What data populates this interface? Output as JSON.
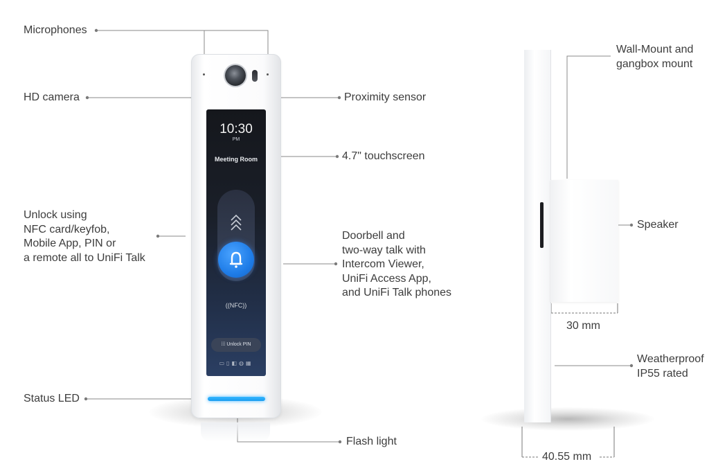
{
  "labels": {
    "microphones": "Microphones",
    "hd_camera": "HD camera",
    "proximity_sensor": "Proximity sensor",
    "touchscreen": "4.7\" touchscreen",
    "unlock": [
      "Unlock using",
      "NFC card/keyfob,",
      "Mobile App, PIN or",
      "a remote all to UniFi Talk"
    ],
    "doorbell": [
      "Doorbell and",
      "two-way talk with",
      "Intercom Viewer,",
      "UniFi Access  App,",
      "and UniFi Talk phones"
    ],
    "status_led": "Status LED",
    "flash_light": "Flash light",
    "wall_mount": [
      "Wall-Mount and",
      "gangbox mount"
    ],
    "speaker": "Speaker",
    "depth_box": "30 mm",
    "weatherproof": [
      "Weatherproof",
      "IP55 rated"
    ],
    "depth_total": "40.55 mm"
  },
  "screen": {
    "time": "10:30",
    "ampm": "PM",
    "room": "Meeting Room",
    "nfc": "((NFC))",
    "unlock_pin": "Unlock PIN",
    "bottom_icons": "▭▯◧◍▦"
  },
  "colors": {
    "accent_blue": "#1f7de8",
    "led_blue": "#1a9df0",
    "leader_line": "#8a8a8a"
  }
}
